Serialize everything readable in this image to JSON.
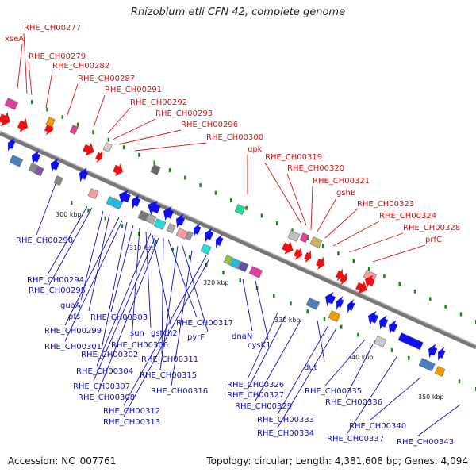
{
  "title": "Rhizobium etli CFN 42, complete genome",
  "accession": "Accession: NC_007761",
  "summary": "Topology: circular; Length: 4,381,608 bp; Genes: 4,094",
  "colors": {
    "forward_label": "#e01010",
    "reverse_label": "#1010c0",
    "backbone": "#888888",
    "tick_green": "#1a8a1a"
  },
  "top_labels": [
    "RHE_CH00277",
    "xseA",
    "RHE_CH00279",
    "RHE_CH00282",
    "RHE_CH00287",
    "RHE_CH00291",
    "RHE_CH00292",
    "RHE_CH00293",
    "RHE_CH00296",
    "RHE_CH00300",
    "upk",
    "RHE_CH00319",
    "RHE_CH00320",
    "RHE_CH00321",
    "gshB",
    "RHE_CH00323",
    "RHE_CH00324",
    "RHE_CH00328",
    "prfC"
  ],
  "bottom_labels": [
    "RHE_CH00290",
    "RHE_CH00294",
    "RHE_CH00295",
    "guaA",
    "pfs",
    "RHE_CH00299",
    "RHE_CH00301",
    "RHE_CH00302",
    "RHE_CH00303",
    "RHE_CH00306",
    "sun",
    "gstch2",
    "RHE_CH00317",
    "pyrF",
    "RHE_CH00311",
    "RHE_CH00304",
    "RHE_CH00315",
    "RHE_CH00307",
    "RHE_CH00316",
    "RHE_CH00308",
    "RHE_CH00312",
    "RHE_CH00313",
    "dnaN",
    "cysK1",
    "RHE_CH00326",
    "RHE_CH00327",
    "RHE_CH00329",
    "dut",
    "RHE_CH00333",
    "RHE_CH00334",
    "RHE_CH00335",
    "RHE_CH00336",
    "RHE_CH00337",
    "RHE_CH00340",
    "RHE_CH00343"
  ],
  "ticks": [
    "300 kbp",
    "310 kbp",
    "320 kbp",
    "330 kbp",
    "340 kbp",
    "350 kbp"
  ]
}
